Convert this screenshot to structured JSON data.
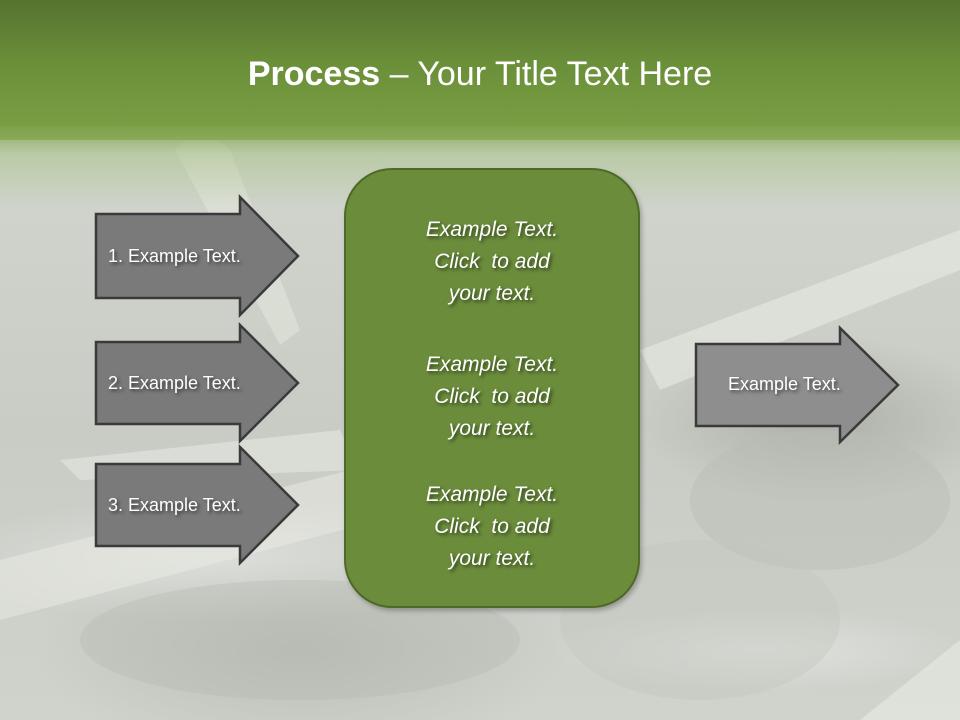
{
  "slide": {
    "title_bold": "Process",
    "title_rest": " – Your Title Text Here",
    "colors": {
      "title_band": "#6a8f39",
      "center_box_fill": "#6a8c3b",
      "center_box_border": "#4d6a26",
      "left_arrow_fill": "#7a7a7a",
      "right_arrow_fill": "#8e8e8e",
      "arrow_border": "#3a3a3a"
    }
  },
  "left_arrows": [
    {
      "label": "1. Example Text."
    },
    {
      "label": "2. Example Text."
    },
    {
      "label": "3. Example Text."
    }
  ],
  "center_box": {
    "blocks": [
      {
        "line1": "Example Text.",
        "line2": "Click  to add",
        "line3": "your text."
      },
      {
        "line1": "Example Text.",
        "line2": "Click  to add",
        "line3": "your text."
      },
      {
        "line1": "Example Text.",
        "line2": "Click  to add",
        "line3": "your text."
      }
    ]
  },
  "right_arrow": {
    "label": "Example Text."
  }
}
